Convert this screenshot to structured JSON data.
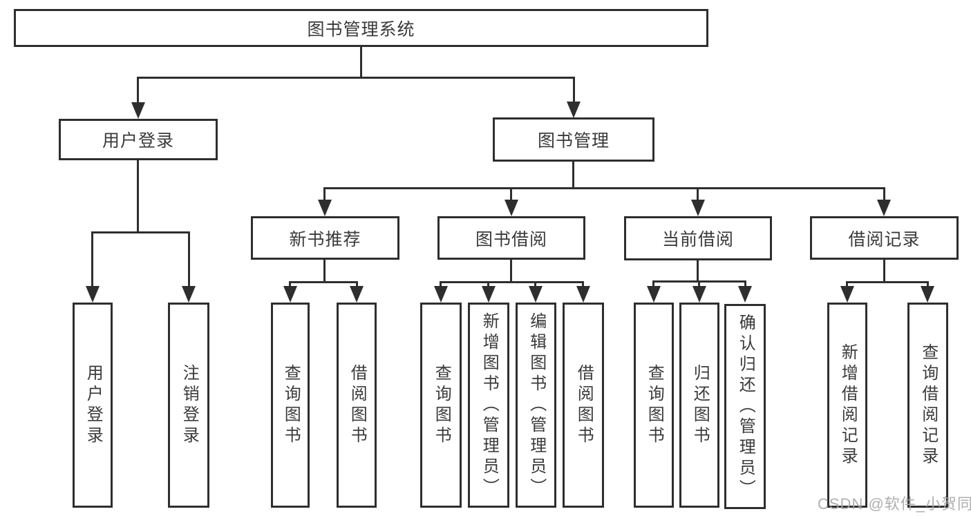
{
  "diagram_title": "图书管理系统",
  "tree": {
    "root": "图书管理系统",
    "children": [
      {
        "label": "用户登录",
        "children": [
          {
            "label": "用户登录"
          },
          {
            "label": "注销登录"
          }
        ]
      },
      {
        "label": "图书管理",
        "children": [
          {
            "label": "新书推荐",
            "children": [
              {
                "label": "查询图书"
              },
              {
                "label": "借阅图书"
              }
            ]
          },
          {
            "label": "图书借阅",
            "children": [
              {
                "label": "查询图书"
              },
              {
                "label": "新增图书（管理员）"
              },
              {
                "label": "编辑图书（管理员）"
              },
              {
                "label": "借阅图书"
              }
            ]
          },
          {
            "label": "当前借阅",
            "children": [
              {
                "label": "查询图书"
              },
              {
                "label": "归还图书"
              },
              {
                "label": "确认归还（管理员）"
              }
            ]
          },
          {
            "label": "借阅记录",
            "children": [
              {
                "label": "新增借阅记录"
              },
              {
                "label": "查询借阅记录"
              }
            ]
          }
        ]
      }
    ]
  },
  "watermark": {
    "text": "CSDN @软件_小贺同学"
  },
  "colors": {
    "line": "#2e2e2e",
    "text": "#3a3a3a",
    "watermark": "#a6a6a6",
    "background": "#ffffff"
  }
}
